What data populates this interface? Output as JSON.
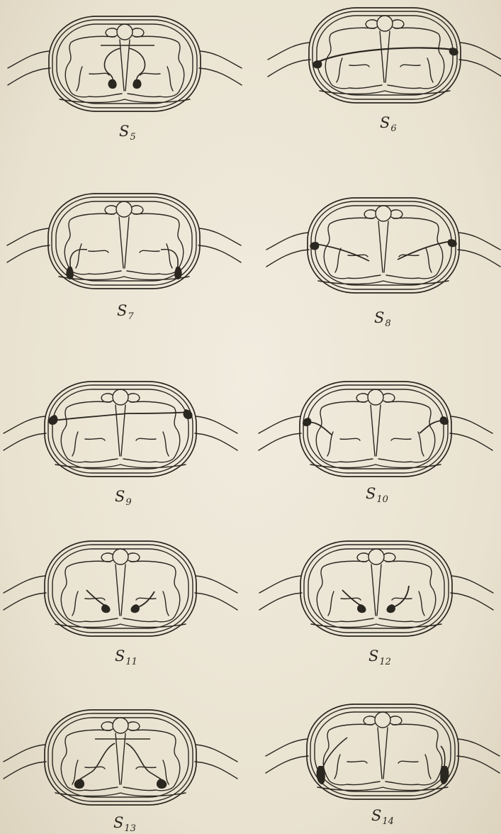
{
  "plate": {
    "panels": [
      {
        "id": "s5",
        "label": "S",
        "index": "5"
      },
      {
        "id": "s6",
        "label": "S",
        "index": "6"
      },
      {
        "id": "s7",
        "label": "S",
        "index": "7"
      },
      {
        "id": "s8",
        "label": "S",
        "index": "8"
      },
      {
        "id": "s9",
        "label": "S",
        "index": "9"
      },
      {
        "id": "s10",
        "label": "S",
        "index": "10"
      },
      {
        "id": "s11",
        "label": "S",
        "index": "11"
      },
      {
        "id": "s12",
        "label": "S",
        "index": "12"
      },
      {
        "id": "s13",
        "label": "S",
        "index": "13"
      },
      {
        "id": "s14",
        "label": "S",
        "index": "14"
      }
    ],
    "colors": {
      "paper": "#ece6d6",
      "ink": "#2a2620"
    }
  }
}
